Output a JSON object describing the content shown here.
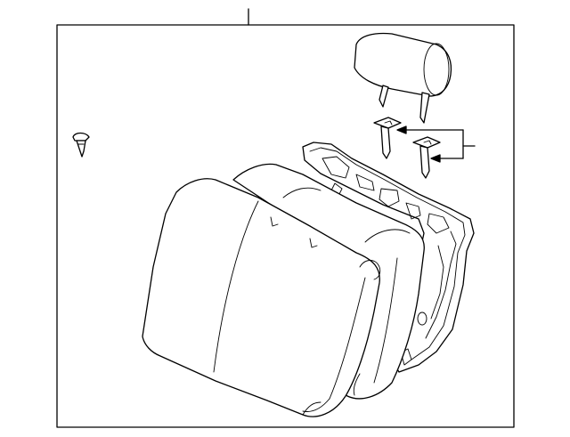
{
  "diagram": {
    "parts": [
      {
        "id": "headrest",
        "callout": true
      },
      {
        "id": "headrest-guides",
        "callout": true
      },
      {
        "id": "seat-back-frame",
        "callout": false
      },
      {
        "id": "seat-back-pad",
        "callout": false
      },
      {
        "id": "seat-back-cover",
        "callout": false
      },
      {
        "id": "push-retainer-clip",
        "callout": false
      }
    ],
    "colors": {
      "line": "#000000",
      "background": "#ffffff"
    }
  }
}
